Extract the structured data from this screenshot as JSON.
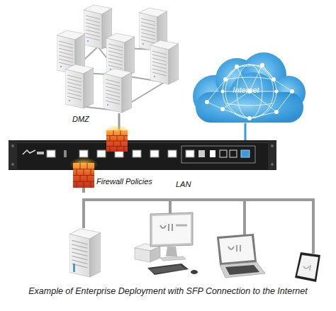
{
  "diagram": {
    "caption": "Example of Enterprise Deployment with SFP Connection to the Internet",
    "nodes": [
      {
        "text": [
          "DMZ"
        ]
      },
      {
        "text": [
          "Internet"
        ]
      },
      {
        "text": [
          "Firewall Policies"
        ]
      },
      {
        "text": [
          "LAN"
        ]
      }
    ],
    "edges": [
      {
        "from": 2,
        "to": 0,
        "arrow": "none"
      },
      {
        "from": 2,
        "to": 1,
        "arrow": "none"
      },
      {
        "from": 2,
        "to": 3,
        "arrow": "none"
      }
    ]
  }
}
